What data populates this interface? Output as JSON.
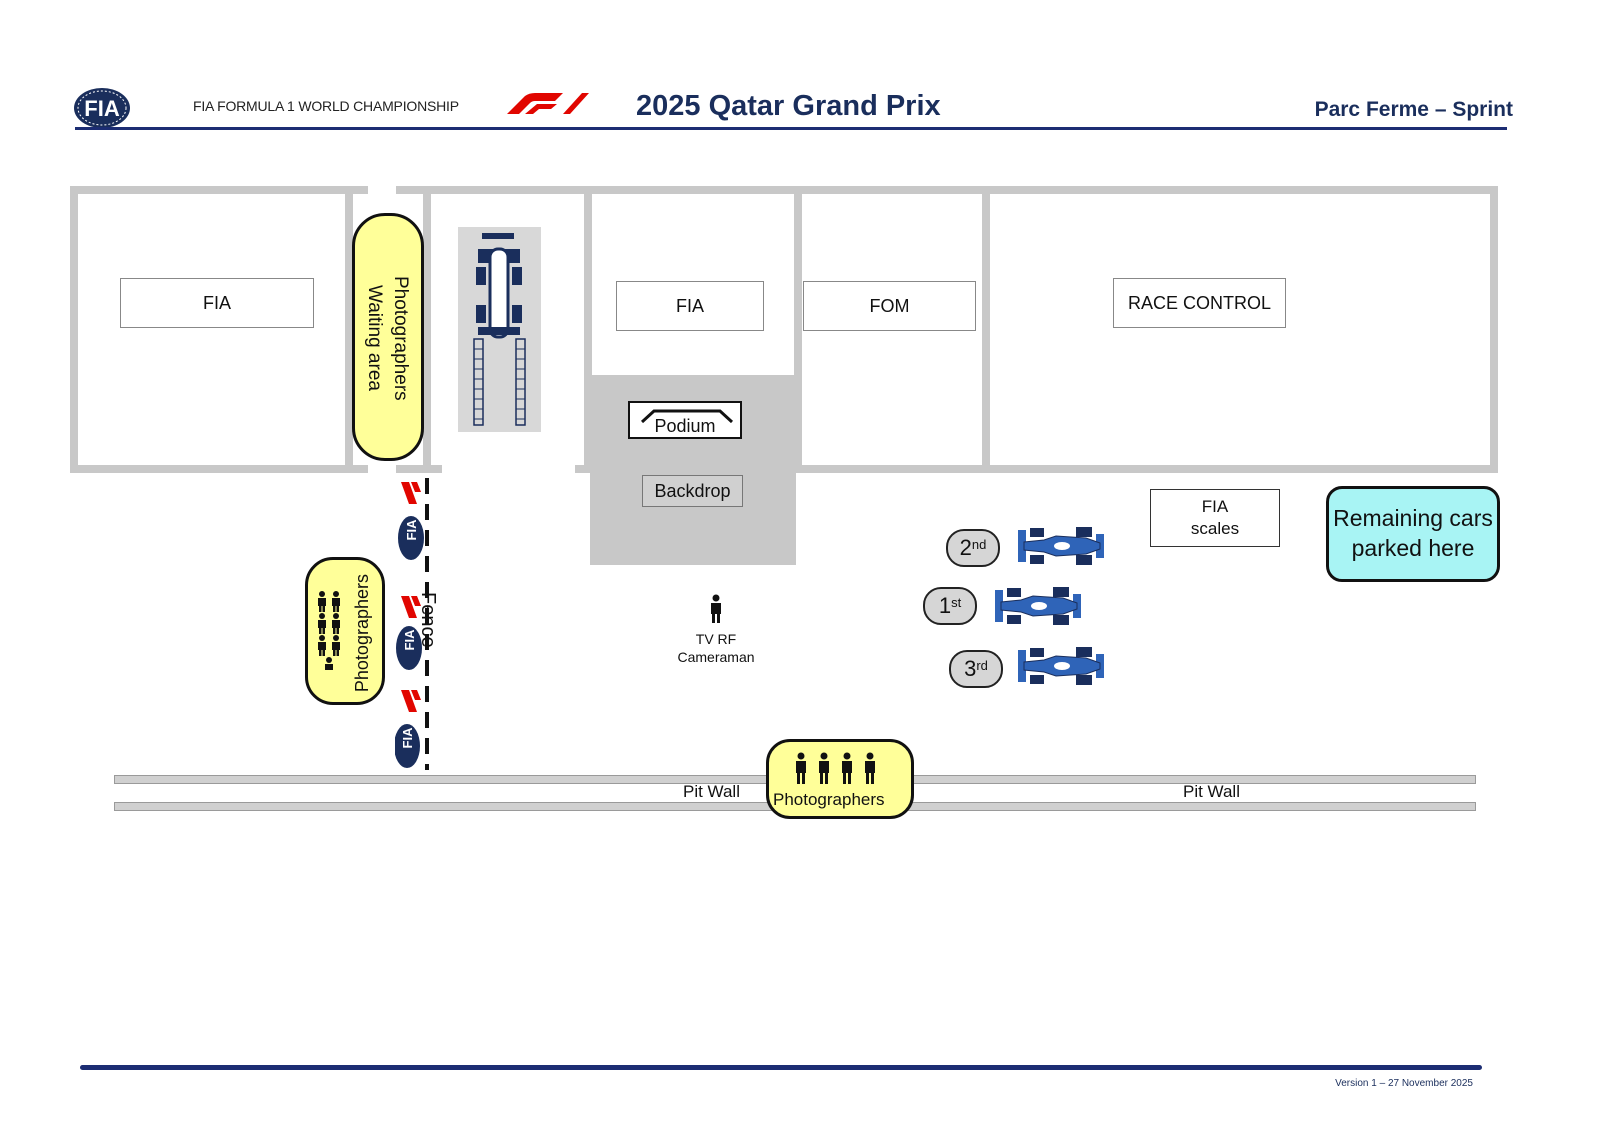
{
  "header": {
    "championship": "FIA FORMULA 1 WORLD CHAMPIONSHIP",
    "title": "2025 Qatar Grand Prix",
    "subtitle": "Parc Ferme – Sprint",
    "fia_logo_text": "FIA"
  },
  "rooms": {
    "fia_left": "FIA",
    "fia_mid": "FIA",
    "fom": "FOM",
    "race_control": "RACE CONTROL",
    "podium": "Podium",
    "backdrop": "Backdrop",
    "fia_scales": "FIA\nscales"
  },
  "areas": {
    "photographers_waiting": "Photographers\nWaiting area",
    "photographers_side": "Photographers",
    "photographers_bottom": "Photographers",
    "fence": "Fence",
    "tv_rf_cameraman": "TV RF\nCameraman",
    "remaining_cars_line1": "Remaining cars",
    "remaining_cars_line2": "parked here"
  },
  "positions": [
    {
      "num": "2",
      "suffix": "nd"
    },
    {
      "num": "1",
      "suffix": "st"
    },
    {
      "num": "3",
      "suffix": "rd"
    }
  ],
  "pit_wall": {
    "left_label": "Pit Wall",
    "right_label": "Pit Wall"
  },
  "footer": {
    "version": "Version 1 – 27 November 2025"
  },
  "colors": {
    "navy": "#1a2e5c",
    "photographer_yellow": "#ffff99",
    "remaining_cyan": "#a8f4f4",
    "f1_red": "#e10600",
    "car_blue": "#2f64b8"
  }
}
